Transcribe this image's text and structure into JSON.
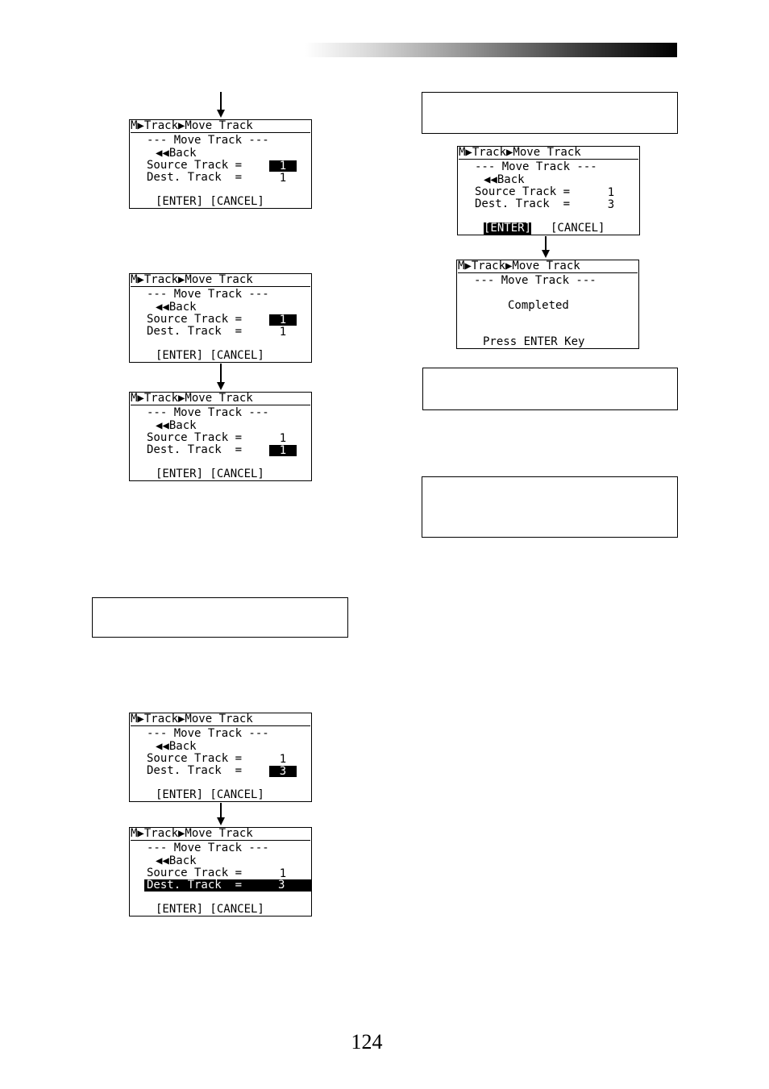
{
  "lcd": {
    "header": "M▶Track▶Move Track",
    "title": "--- Move Track ---",
    "back": "◀◀Back",
    "source_label": "Source Track =",
    "dest_label": "Dest. Track  =",
    "buttons": "[ENTER] [CANCEL]",
    "enter": "[ENTER]",
    "cancel": "[CANCEL]",
    "completed": "Completed",
    "press_enter": "Press ENTER Key"
  },
  "screens": {
    "s1": {
      "source": "1",
      "dest": "1"
    },
    "s2": {
      "source": "1",
      "dest": "1"
    },
    "s3": {
      "source": "1",
      "dest": "1"
    },
    "s4": {
      "source": "1",
      "dest": "3"
    },
    "s5": {
      "source": "1",
      "dest": "3"
    },
    "s6": {
      "source": "1",
      "dest": "3"
    }
  },
  "page_number": "124"
}
